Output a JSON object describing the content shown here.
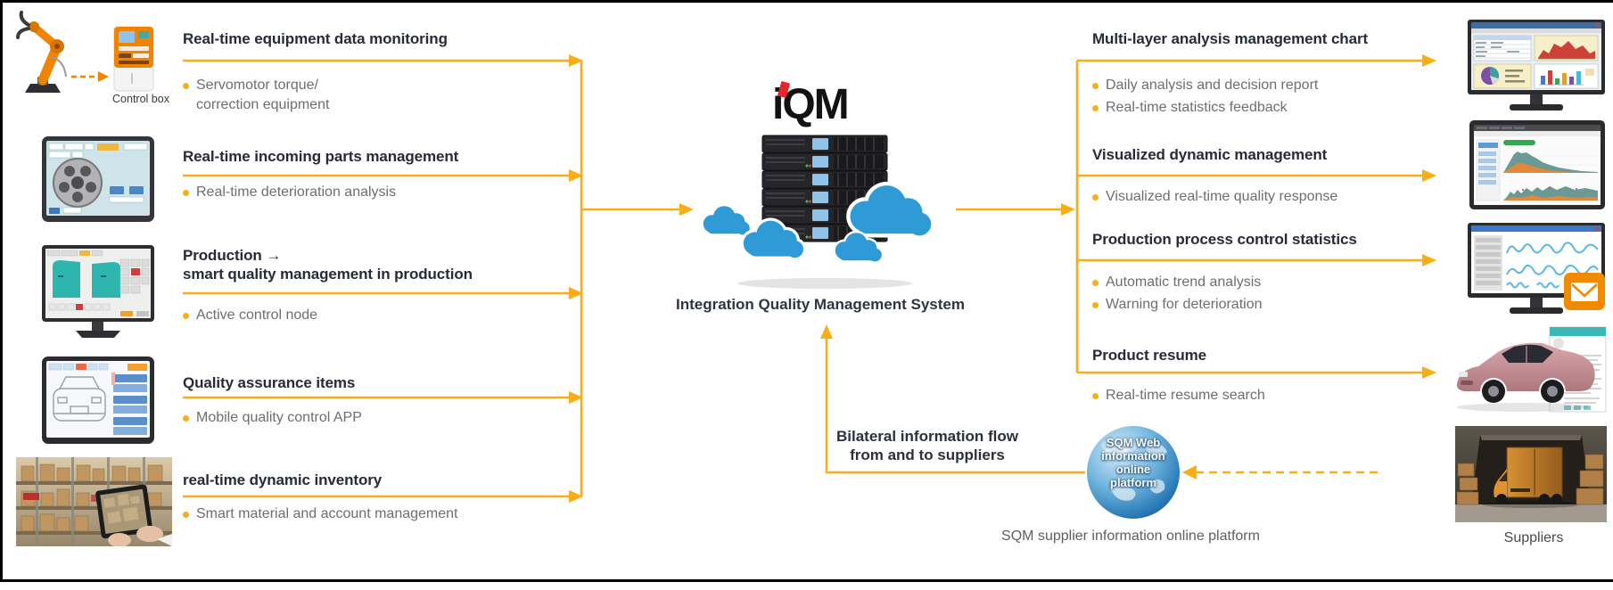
{
  "colors": {
    "accent_yellow": "#F9AE18",
    "heading_text": "#272B38",
    "body_text": "#6E6E6E",
    "logo_black": "#121212",
    "logo_red": "#E3262E",
    "cloud_blue": "#2E9BD6",
    "email_orange": "#F08A00"
  },
  "left_items": [
    {
      "title": "Real-time equipment data monitoring",
      "bullets": [
        "Servomotor torque/\ncorrection equipment"
      ],
      "image": "robot-arm-and-control-box",
      "image_caption": "Control box"
    },
    {
      "title": "Real-time incoming parts management",
      "bullets": [
        "Real-time deterioration analysis"
      ],
      "image": "wheel-inspection-tablet"
    },
    {
      "title": "Production →\nsmart quality management in production",
      "bullets": [
        "Active control node"
      ],
      "image": "door-inspection-monitor"
    },
    {
      "title": "Quality assurance items",
      "bullets": [
        "Mobile quality control APP"
      ],
      "image": "vehicle-check-tablet"
    },
    {
      "title": "real-time dynamic inventory",
      "bullets": [
        "Smart material and account management"
      ],
      "image": "warehouse-inventory-photo"
    }
  ],
  "center": {
    "logo": "iQM",
    "caption": "Integration Quality Management System"
  },
  "right_items": [
    {
      "title": "Multi-layer analysis management chart",
      "bullets": [
        "Daily analysis and decision report",
        "Real-time statistics feedback"
      ],
      "image": "analysis-dashboard-monitor"
    },
    {
      "title": "Visualized dynamic management",
      "bullets": [
        "Visualized real-time quality response"
      ],
      "image": "dynamic-trend-monitor"
    },
    {
      "title": "Production process control statistics",
      "bullets": [
        "Automatic trend analysis",
        "Warning for deterioration"
      ],
      "image": "process-statistics-monitor-with-mail"
    },
    {
      "title": "Product resume",
      "bullets": [
        "Real-time resume search"
      ],
      "image": "car-with-resume-sheet"
    }
  ],
  "supplier_flow": {
    "bilateral_label": "Bilateral information flow\nfrom and to suppliers",
    "globe_label": "SQM Web\ninformation\nonline\nplatform",
    "platform_caption": "SQM supplier information online platform",
    "suppliers_caption": "Suppliers"
  }
}
